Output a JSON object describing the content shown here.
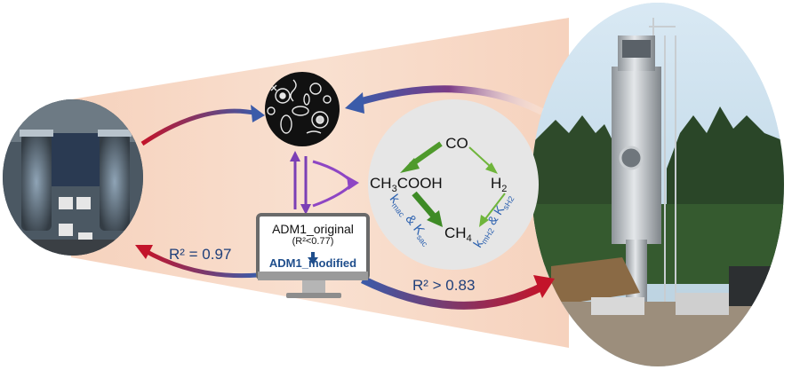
{
  "diagram": {
    "screen": {
      "line1": "ADM1_original",
      "line2": "(R²<0.77)",
      "line3": "ADM1_modified"
    },
    "fits": {
      "left": "R² = 0.97",
      "right": "R² > 0.83"
    },
    "pathway": {
      "co": "CO",
      "acetate": "CH",
      "acetate_sub": "3",
      "acetate_tail": "COOH",
      "h2": "H",
      "h2_sub": "2",
      "ch4": "CH",
      "ch4_sub": "4",
      "k_left": "k",
      "k_left_sub1": "mac",
      "k_left_mid": " & K",
      "k_left_sub2": "sac",
      "k_right": "k",
      "k_right_sub1": "mH2",
      "k_right_mid": " & K",
      "k_right_sub2": "sH2"
    },
    "colors": {
      "band": "#f8dccb",
      "arrow_blue": "#3b5ba9",
      "arrow_red": "#c3142a",
      "green": "#4f9a2c",
      "purple": "#7b3fb5",
      "circle_bg": "#e6e6e6",
      "k_text": "#2f63b0"
    }
  }
}
